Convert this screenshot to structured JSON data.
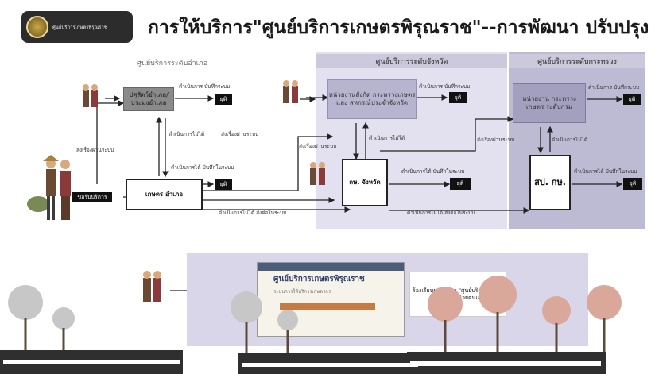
{
  "header": {
    "logo_text": "ศูนย์บริการเกษตรพิรุณราช",
    "title": "การให้บริการ\"ศูนย์บริการเกษตรพิรุณราช\"--การพัฒนา ปรับปรุง"
  },
  "levels": {
    "district": "ศูนย์บริการระดับอำเภอ",
    "province": "ศูนย์บริการระดับจังหวัด",
    "ministry": "ศูนย์บริการระดับกระทรวง"
  },
  "nodes": {
    "district_agency": "ปศุสัตว์อำเภอ/ประมงอำเภอ",
    "district_office": "เกษตร อำเภอ",
    "service_tag": "ขอรับบริการ",
    "province_agency": "หน่วยงานสังกัด กระทรวงเกษตรและ สหกรณ์ประจำจังหวัด",
    "province_office": "กษ. จังหวัด",
    "ministry_agency": "หน่วยงาน กระทรวงเกษตร ระดับกรม",
    "ministry_office": "สป. กษ."
  },
  "tags": {
    "done": "ยุติ"
  },
  "notes": {
    "done_record": "ดำเนินการ บันทึกระบบ",
    "solved_record": "ดำเนินการได้ บันทึกในระบบ",
    "cannot": "ดำเนินการไม่ได้",
    "send_system": "ส่งเรื่องผ่านระบบ",
    "cannot_forward": "ดำเนินการไม่ได้ ส่งต่อในระบบ"
  },
  "website": {
    "title": "ศูนย์บริการเกษตรพิรุณราช",
    "subtitle": "ระบบการให้บริการเกษตรกร"
  },
  "callout": "ร้องเรียนผ่านระบบ \"ศูนย์บริการเกษตร พิรุณราช\" ด้วยตนเอง"
}
